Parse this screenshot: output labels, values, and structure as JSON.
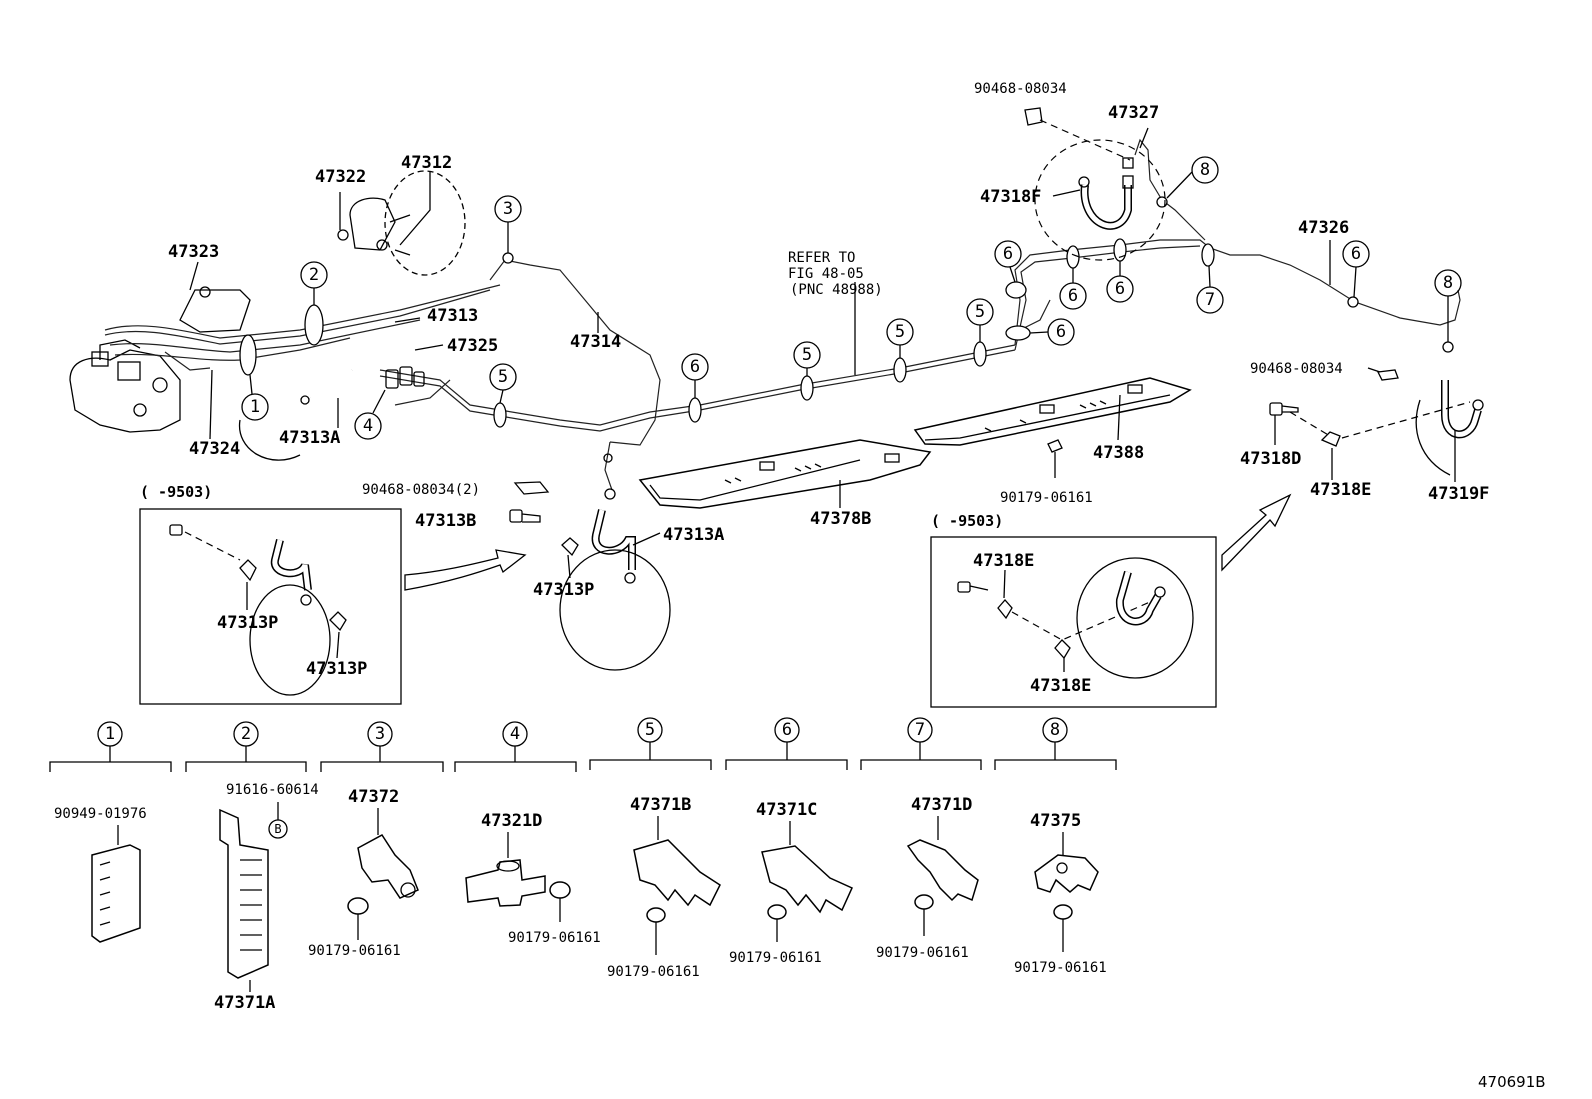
{
  "diagram_id": "470691B",
  "note": {
    "line1": "REFER TO",
    "line2": "FIG 48-05",
    "line3": "(PNC 48988)"
  },
  "ranges": {
    "left": "(    -9503)",
    "right": "(    -9503)"
  },
  "labels": {
    "l47322": "47322",
    "l47312": "47312",
    "l47323": "47323",
    "l47313": "47313",
    "l47325": "47325",
    "l47314": "47314",
    "l47324": "47324",
    "l47313A_top": "47313A",
    "l90468_top": "90468-08034",
    "l47327": "47327",
    "l47318F": "47318F",
    "l47326": "47326",
    "l90468_right": "90468-08034",
    "l47318D": "47318D",
    "l47318E_right": "47318E",
    "l47319F": "47319F",
    "l47388": "47388",
    "l90179_mid": "90179-06161",
    "l47378B": "47378B",
    "l90468_mid": "90468-08034(2)",
    "l47313B": "47313B",
    "l47313A_mid": "47313A",
    "l47313P_mid": "47313P",
    "l47313P_box1": "47313P",
    "l47313P_box2": "47313P",
    "l47318E_box1": "47318E",
    "l47318E_box2": "47318E"
  },
  "callouts": [
    "1",
    "2",
    "3",
    "4",
    "5",
    "6",
    "7",
    "8"
  ],
  "groups": [
    {
      "num": "1",
      "parts": [
        "90949-01976"
      ]
    },
    {
      "num": "2",
      "parts": [
        "91616-60614",
        "47371A"
      ],
      "badge": "B"
    },
    {
      "num": "3",
      "parts": [
        "47372",
        "90179-06161"
      ]
    },
    {
      "num": "4",
      "parts": [
        "47321D",
        "90179-06161"
      ]
    },
    {
      "num": "5",
      "parts": [
        "47371B",
        "90179-06161"
      ]
    },
    {
      "num": "6",
      "parts": [
        "47371C",
        "90179-06161"
      ]
    },
    {
      "num": "7",
      "parts": [
        "47371D",
        "90179-06161"
      ]
    },
    {
      "num": "8",
      "parts": [
        "47375",
        "90179-06161"
      ]
    }
  ]
}
